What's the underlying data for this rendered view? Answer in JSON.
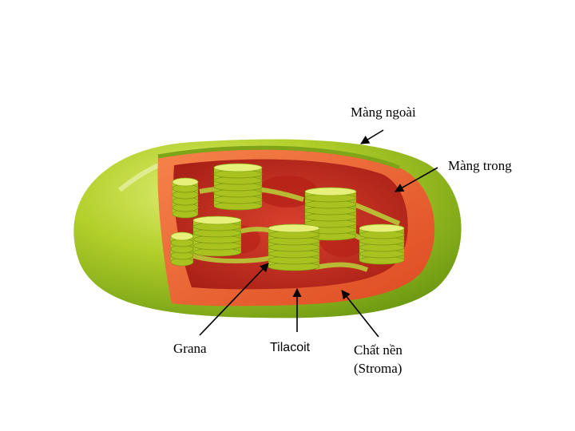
{
  "labels": {
    "outer_membrane": "Màng ngoài",
    "inner_membrane": "Màng trong",
    "grana": "Grana",
    "thylakoid": "Tilacoit",
    "stroma_line1": "Chất nền",
    "stroma_line2": "(Stroma)"
  },
  "colors": {
    "outer_membrane": "#9cc21e",
    "inner_membrane": "#e8502a",
    "stroma": "#c0261a",
    "thylakoid_disc": "#c9dc3a",
    "arrow": "#000000"
  }
}
